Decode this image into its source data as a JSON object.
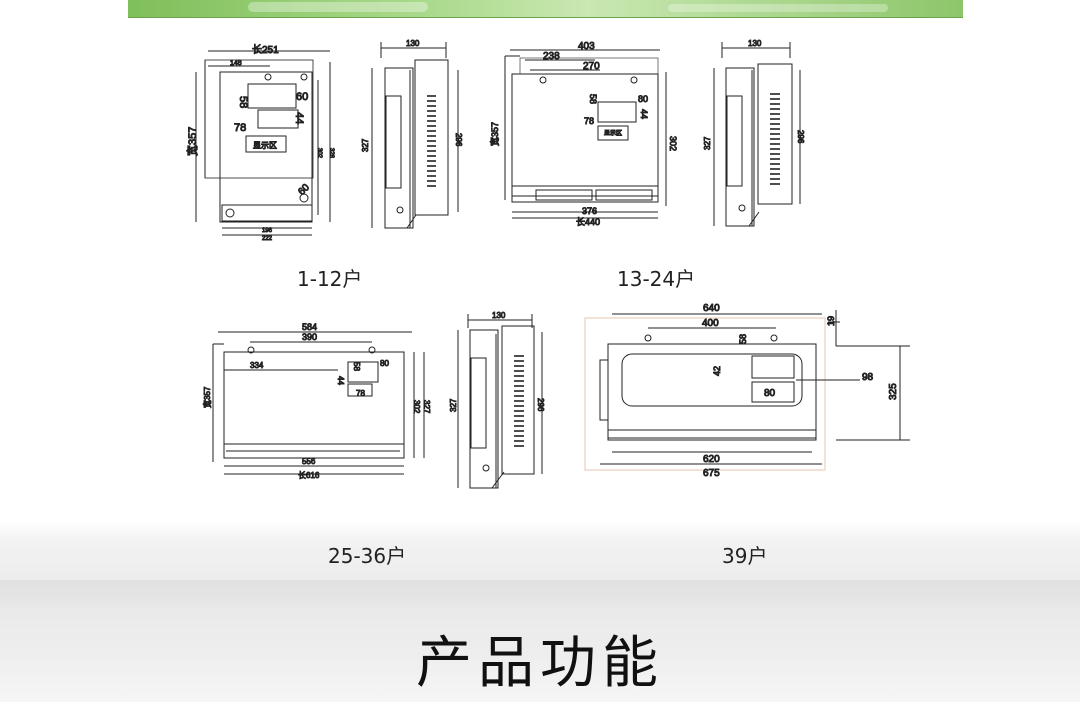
{
  "captions": {
    "d1": "1-12户",
    "d2": "13-24户",
    "d3": "25-36户",
    "d4": "39户"
  },
  "section_title": "产品功能",
  "dims": {
    "a_len": "长251",
    "a_148": "148",
    "a_58": "58",
    "a_60": "60",
    "a_44": "44",
    "a_78": "78",
    "a_w": "宽357",
    "a_302": "302",
    "a_328": "328",
    "a_60b": "60",
    "a_196": "196",
    "a_222": "222",
    "a_label": "显示区",
    "s1_130": "130",
    "s1_327": "327",
    "s1_296": "296",
    "b_403": "403",
    "b_238": "238",
    "b_270": "270",
    "b_58": "58",
    "b_80": "80",
    "b_44": "44",
    "b_78": "78",
    "b_w": "宽357",
    "b_302": "302",
    "b_376": "376",
    "b_len": "长440",
    "b_label": "显示区",
    "s2_130": "130",
    "s2_327": "327",
    "s2_296": "296",
    "c_584": "584",
    "c_390": "390",
    "c_334": "334",
    "c_58": "58",
    "c_80": "80",
    "c_44": "44",
    "c_78": "78",
    "c_w": "宽357",
    "c_302": "302",
    "c_327": "327",
    "c_556": "556",
    "c_len": "长616",
    "s3_130": "130",
    "s3_327": "327",
    "s3_296": "296",
    "d_640": "640",
    "d_400": "400",
    "d_19": "19",
    "d_58": "58",
    "d_42": "42",
    "d_80": "80",
    "d_98": "98",
    "d_325": "325",
    "d_620": "620",
    "d_675": "675"
  }
}
